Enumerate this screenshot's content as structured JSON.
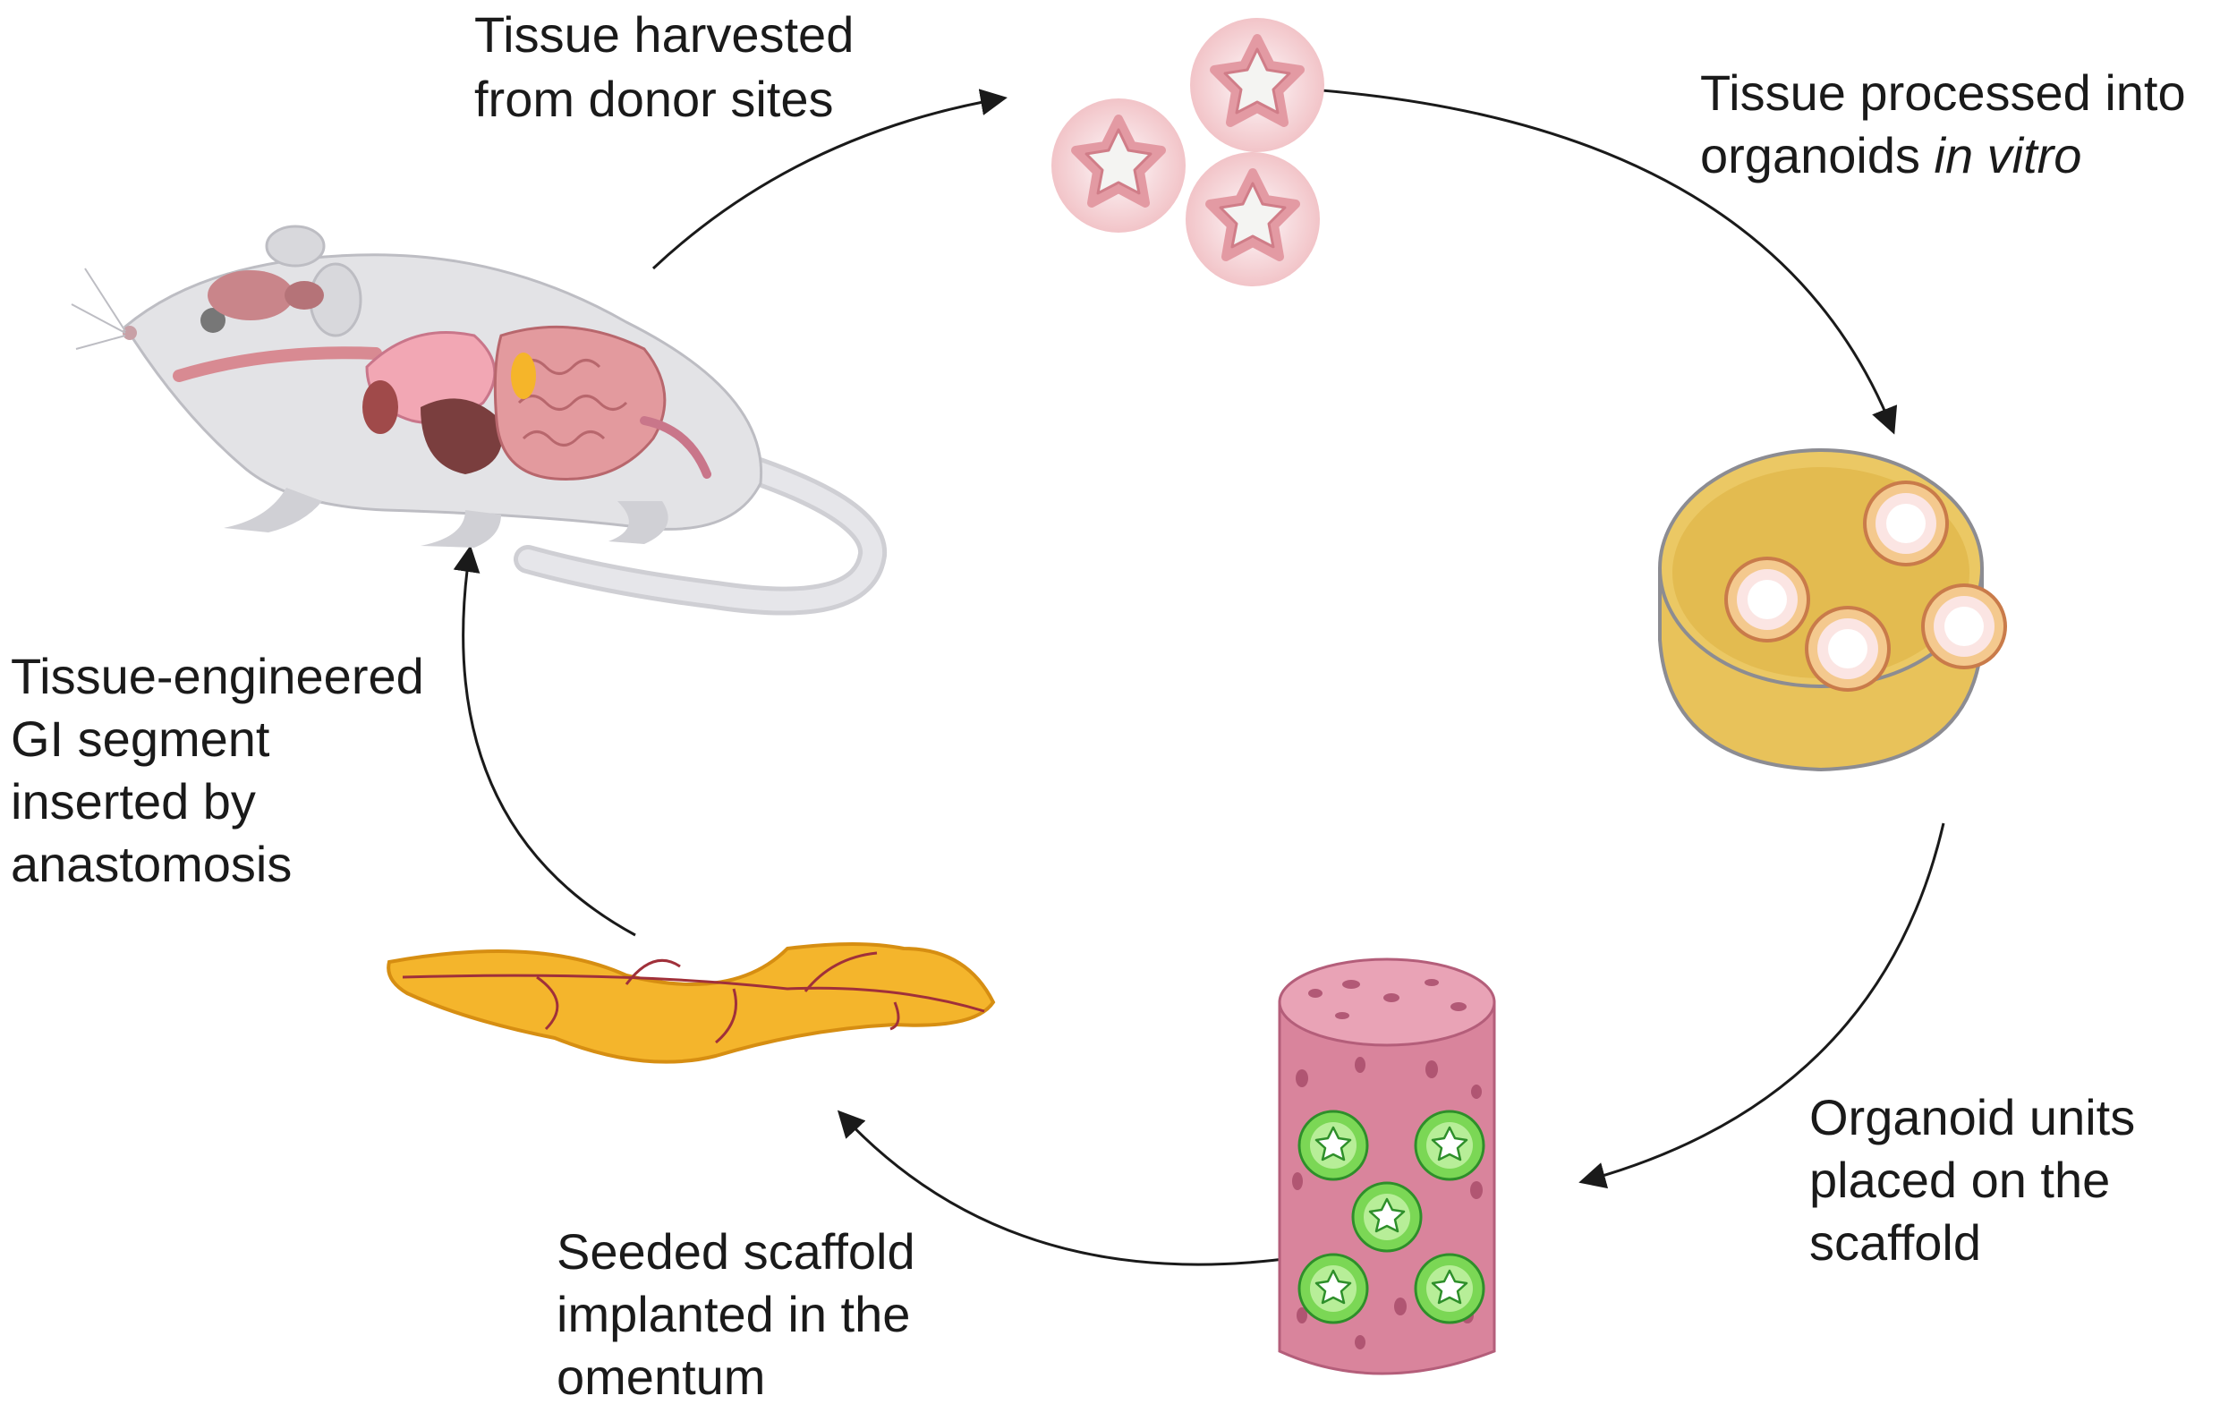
{
  "labels": {
    "harvest": [
      "Tissue harvested",
      "from donor sites"
    ],
    "organoids_line1": "Tissue processed into",
    "organoids_line2_a": "organoids ",
    "organoids_line2_b": "in vitro",
    "placed": [
      "Organoid units",
      "placed on the",
      "scaffold"
    ],
    "implanted": [
      "Seeded scaffold",
      "implanted in the",
      "omentum"
    ],
    "inserted": [
      "Tissue-engineered",
      "GI segment",
      "inserted by",
      "anastomosis"
    ]
  },
  "colors": {
    "arrow": "#1a1a1a",
    "mouse_body": "#e3e3e6",
    "organ_pink": "#e6a0a8",
    "organ_dark": "#8c4a4a",
    "organoid_ring": "#f3c9cc",
    "dish_medium": "#e8c25a",
    "scaffold": "#d9849c",
    "organoid_green": "#6bd24a",
    "omentum": "#f4b52c",
    "vessel": "#a0303a"
  },
  "icons": [
    "mouse-illustration",
    "organoid-icon",
    "petri-dish-icon",
    "scaffold-icon",
    "omentum-icon"
  ]
}
